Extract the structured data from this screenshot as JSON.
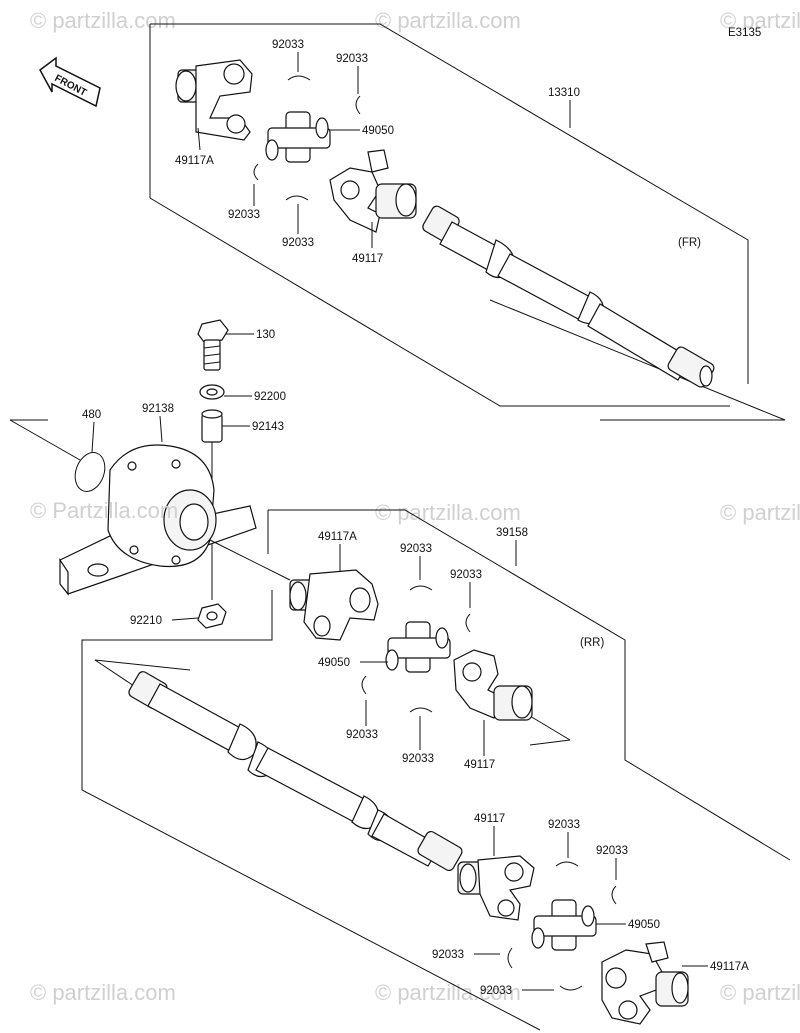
{
  "diagram_code": "E3135",
  "front_label": "FRONT",
  "watermark": "© Partzilla.com",
  "watermark_small": "© partzilla.com",
  "group_front": {
    "assembly_number": "13310",
    "position_label": "(FR)",
    "parts": {
      "yoke_a": "49117A",
      "clip_1": "92033",
      "clip_2": "92033",
      "cross": "49050",
      "clip_3": "92033",
      "clip_4": "92033",
      "yoke": "49117"
    }
  },
  "bearing_group": {
    "bolt": "130",
    "washer": "92200",
    "collar": "92143",
    "snap_ring": "480",
    "bearing": "92138",
    "nut": "92210"
  },
  "group_rear": {
    "assembly_number": "39158",
    "position_label": "(RR)",
    "parts": {
      "yoke_a_upper": "49117A",
      "clip_1": "92033",
      "clip_2": "92033",
      "cross_upper": "49050",
      "clip_3": "92033",
      "clip_4": "92033",
      "yoke_upper": "49117",
      "yoke_lower": "49117",
      "clip_5": "92033",
      "clip_6": "92033",
      "cross_lower": "49050",
      "clip_7": "92033",
      "clip_8": "92033",
      "yoke_a_lower": "49117A"
    }
  }
}
